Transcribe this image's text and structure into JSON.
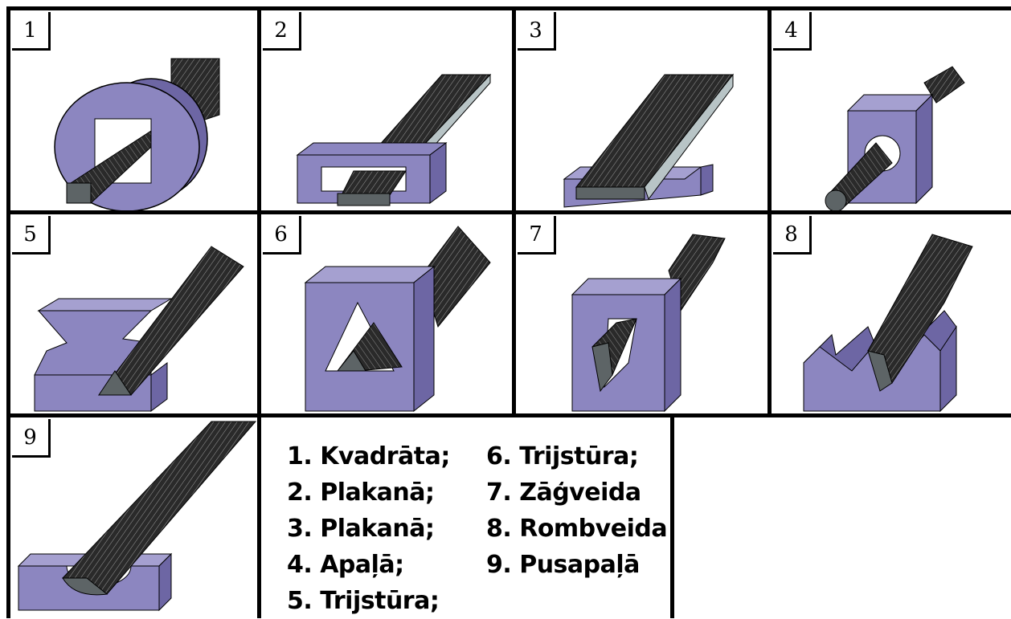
{
  "panels": [
    {
      "number": "1",
      "subject": "square-file-icon"
    },
    {
      "number": "2",
      "subject": "flat-file-in-slot-icon"
    },
    {
      "number": "3",
      "subject": "flat-file-on-block-icon"
    },
    {
      "number": "4",
      "subject": "round-file-icon"
    },
    {
      "number": "5",
      "subject": "triangular-file-in-vgroove-icon"
    },
    {
      "number": "6",
      "subject": "triangular-file-in-hole-icon"
    },
    {
      "number": "7",
      "subject": "knife-file-icon"
    },
    {
      "number": "8",
      "subject": "rhombic-file-in-teeth-icon"
    },
    {
      "number": "9",
      "subject": "half-round-file-icon"
    }
  ],
  "legend": {
    "col1": [
      "1. Kvadrāta;",
      "2. Plakanā;",
      "3. Plakanā;",
      "4. Apaļā;",
      "5. Trijstūra;"
    ],
    "col2": [
      "6. Trijstūra;",
      "7. Zāģveida",
      "8. Rombveida",
      "9. Pusapaļā"
    ]
  },
  "colors": {
    "workpiece": "#8c86c0",
    "workpiece_side": "#6d66a4",
    "file_dark": "#262626",
    "file_edge": "#5d6466",
    "lines": "#000000"
  }
}
